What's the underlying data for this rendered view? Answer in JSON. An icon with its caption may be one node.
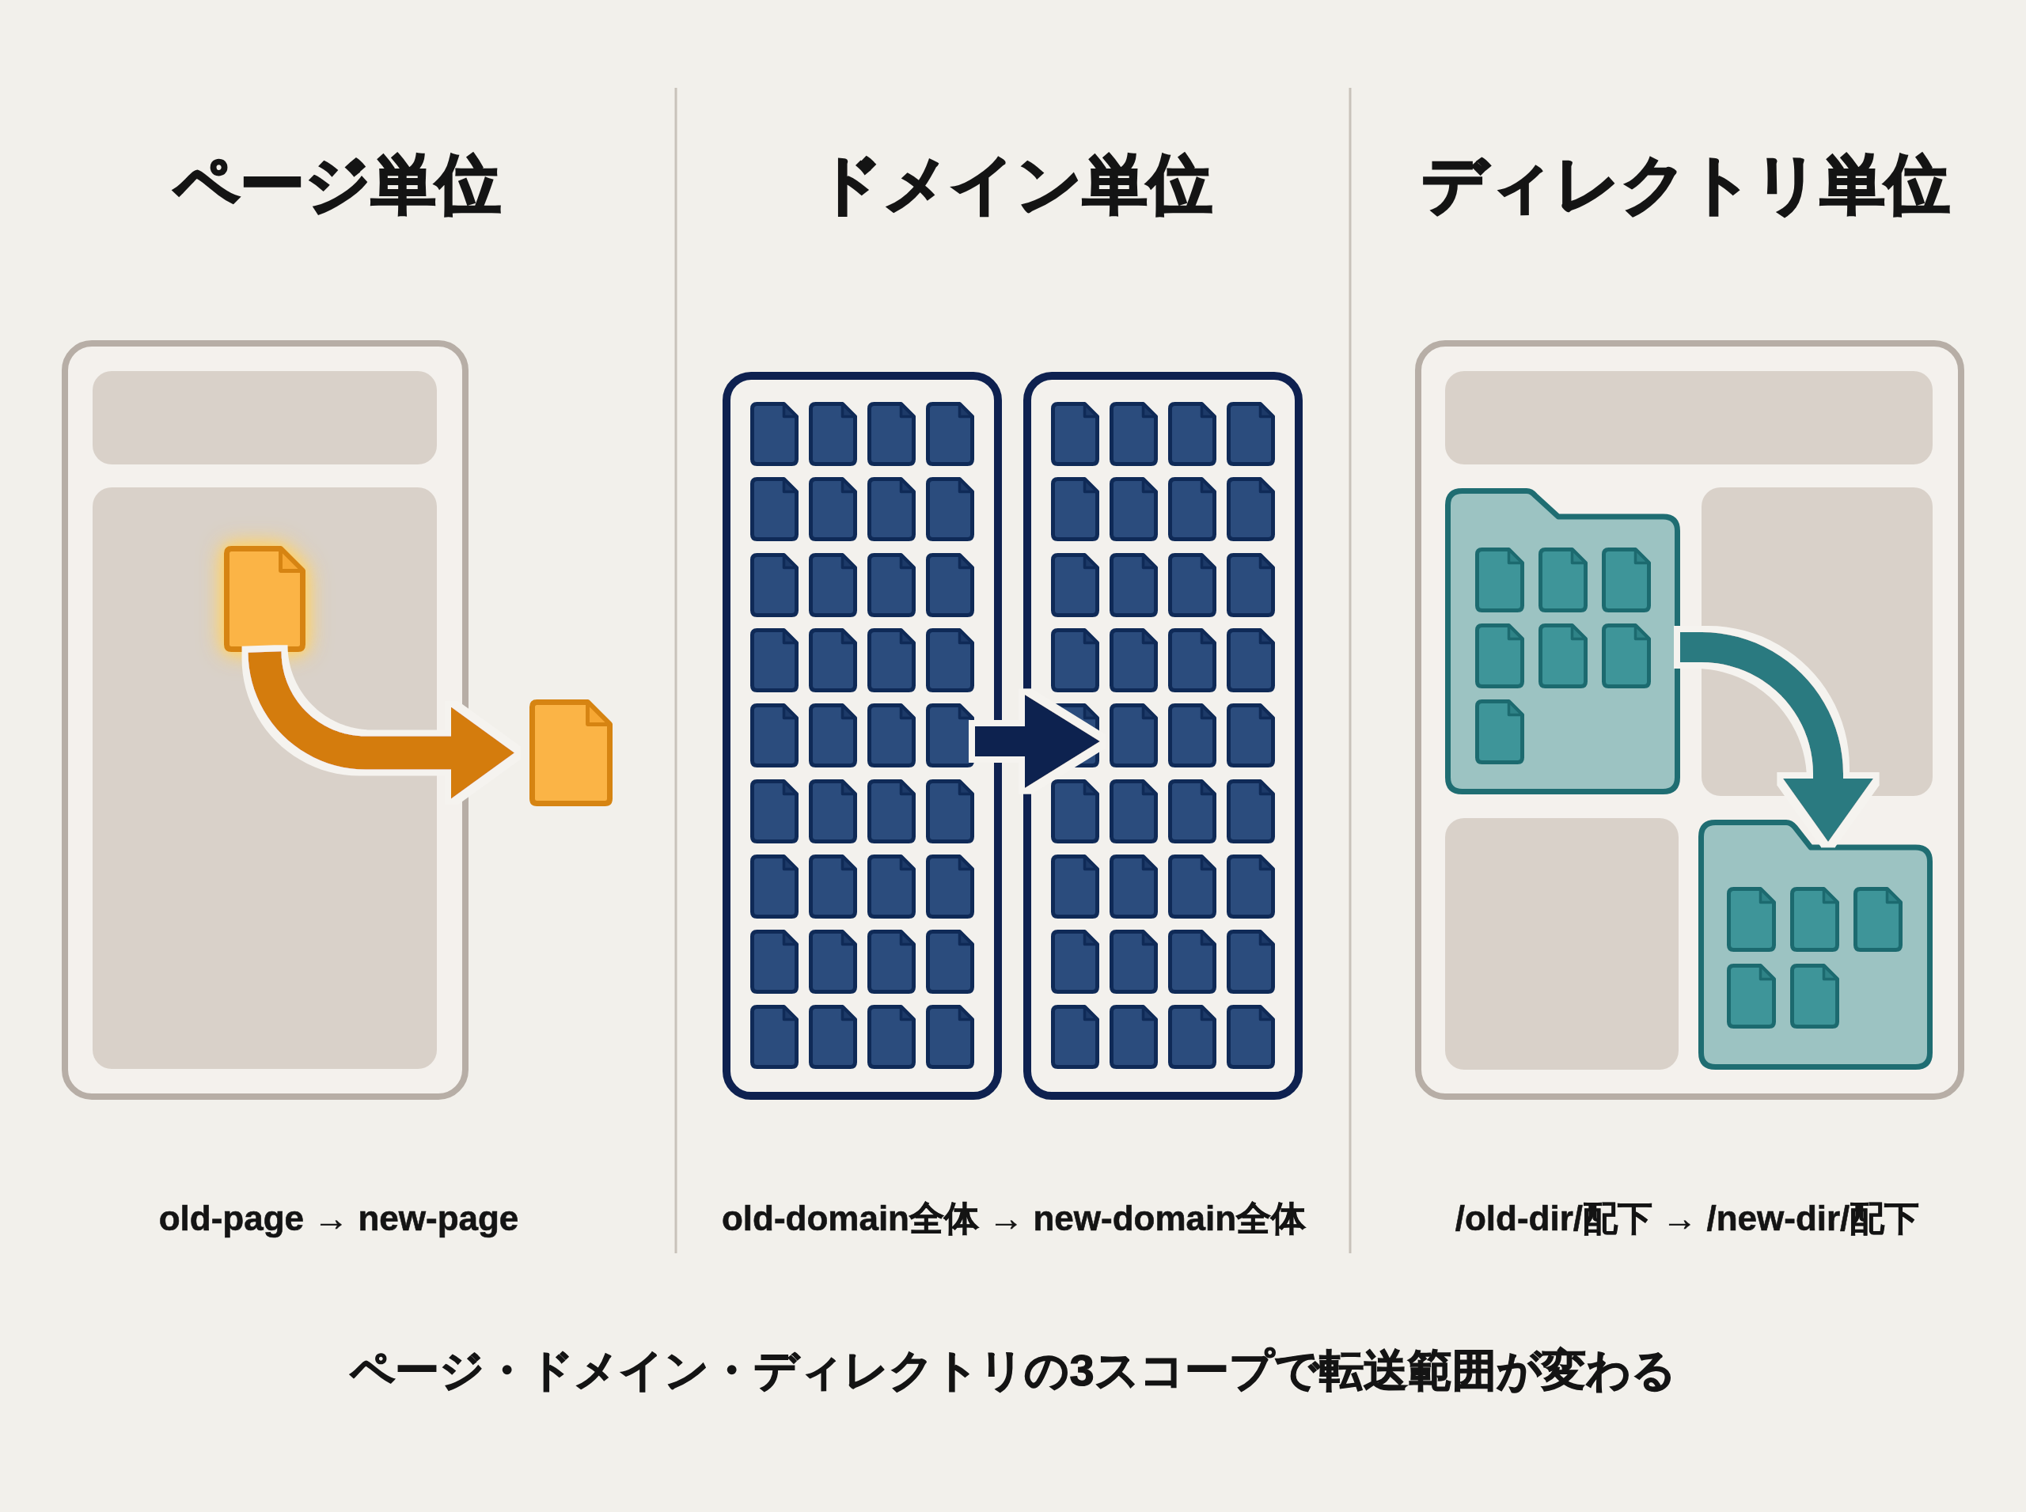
{
  "diagram": {
    "caption": "ページ・ドメイン・ディレクトリの3スコープで転送範囲が変わる",
    "nodes": [
      {
        "text": [],
        "shape": "document"
      },
      {
        "text": [],
        "shape": "document"
      },
      {
        "text": [],
        "shape": "box"
      },
      {
        "text": [],
        "shape": "box"
      },
      {
        "text": [],
        "shape": "folder"
      },
      {
        "text": [],
        "shape": "folder"
      }
    ],
    "edges": [
      {
        "from": 0,
        "to": 1,
        "arrow": "to",
        "color": "#d47b0c"
      },
      {
        "from": 2,
        "to": 3,
        "arrow": "to",
        "color": "#0e2150"
      },
      {
        "from": 4,
        "to": 5,
        "arrow": "to",
        "color": "#2a7a80"
      }
    ],
    "labels": [
      "ページ単位",
      "ドメイン単位",
      "ディレクトリ単位",
      "old-page → new-page",
      "old-domain全体 → new-domain全体",
      "/old-dir/配下 → /new-dir/配下"
    ]
  }
}
